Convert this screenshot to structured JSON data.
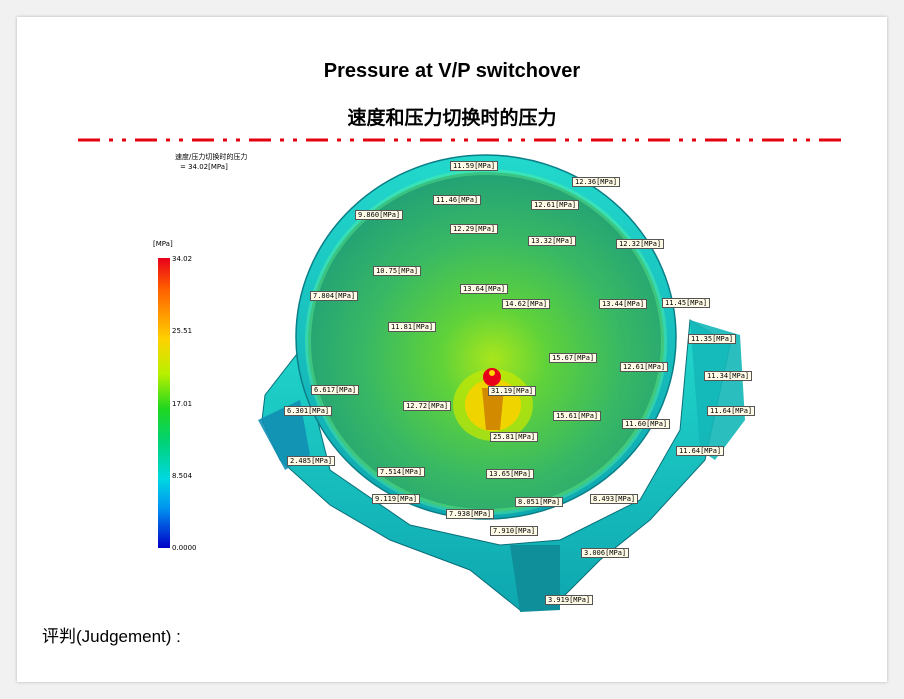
{
  "slide": {
    "title_en": "Pressure at V/P switchover",
    "title_cn": "速度和压力切换时的压力",
    "result_name": "速度/压力切换时的压力",
    "result_value": "= 34.02[MPa]",
    "judgement": "评判(Judgement) :"
  },
  "legend": {
    "unit": "[MPa]",
    "ticks": [
      "34.02",
      "25.51",
      "17.01",
      "8.504",
      "0.0000"
    ]
  },
  "colors": {
    "divider": "#e3000f",
    "part_outer": "#19c6c8",
    "part_shadow": "#0e8f9a",
    "part_inner": "#3fbf6a",
    "hotspot": "#e8001a"
  },
  "probes": [
    "11.59[MPa]",
    "12.36[MPa]",
    "11.46[MPa]",
    "12.61[MPa]",
    "9.860[MPa]",
    "12.29[MPa]",
    "13.32[MPa]",
    "12.32[MPa]",
    "10.75[MPa]",
    "13.64[MPa]",
    "7.804[MPa]",
    "14.62[MPa]",
    "13.44[MPa]",
    "11.45[MPa]",
    "11.81[MPa]",
    "11.35[MPa]",
    "15.67[MPa]",
    "12.61[MPa]",
    "11.34[MPa]",
    "6.617[MPa]",
    "31.19[MPa]",
    "6.301[MPa]",
    "12.72[MPa]",
    "15.61[MPa]",
    "11.64[MPa]",
    "11.60[MPa]",
    "25.81[MPa]",
    "11.64[MPa]",
    "2.485[MPa]",
    "7.514[MPa]",
    "13.65[MPa]",
    "9.119[MPa]",
    "8.051[MPa]",
    "8.493[MPa]",
    "7.938[MPa]",
    "7.910[MPa]",
    "3.006[MPa]",
    "3.919[MPa]"
  ]
}
